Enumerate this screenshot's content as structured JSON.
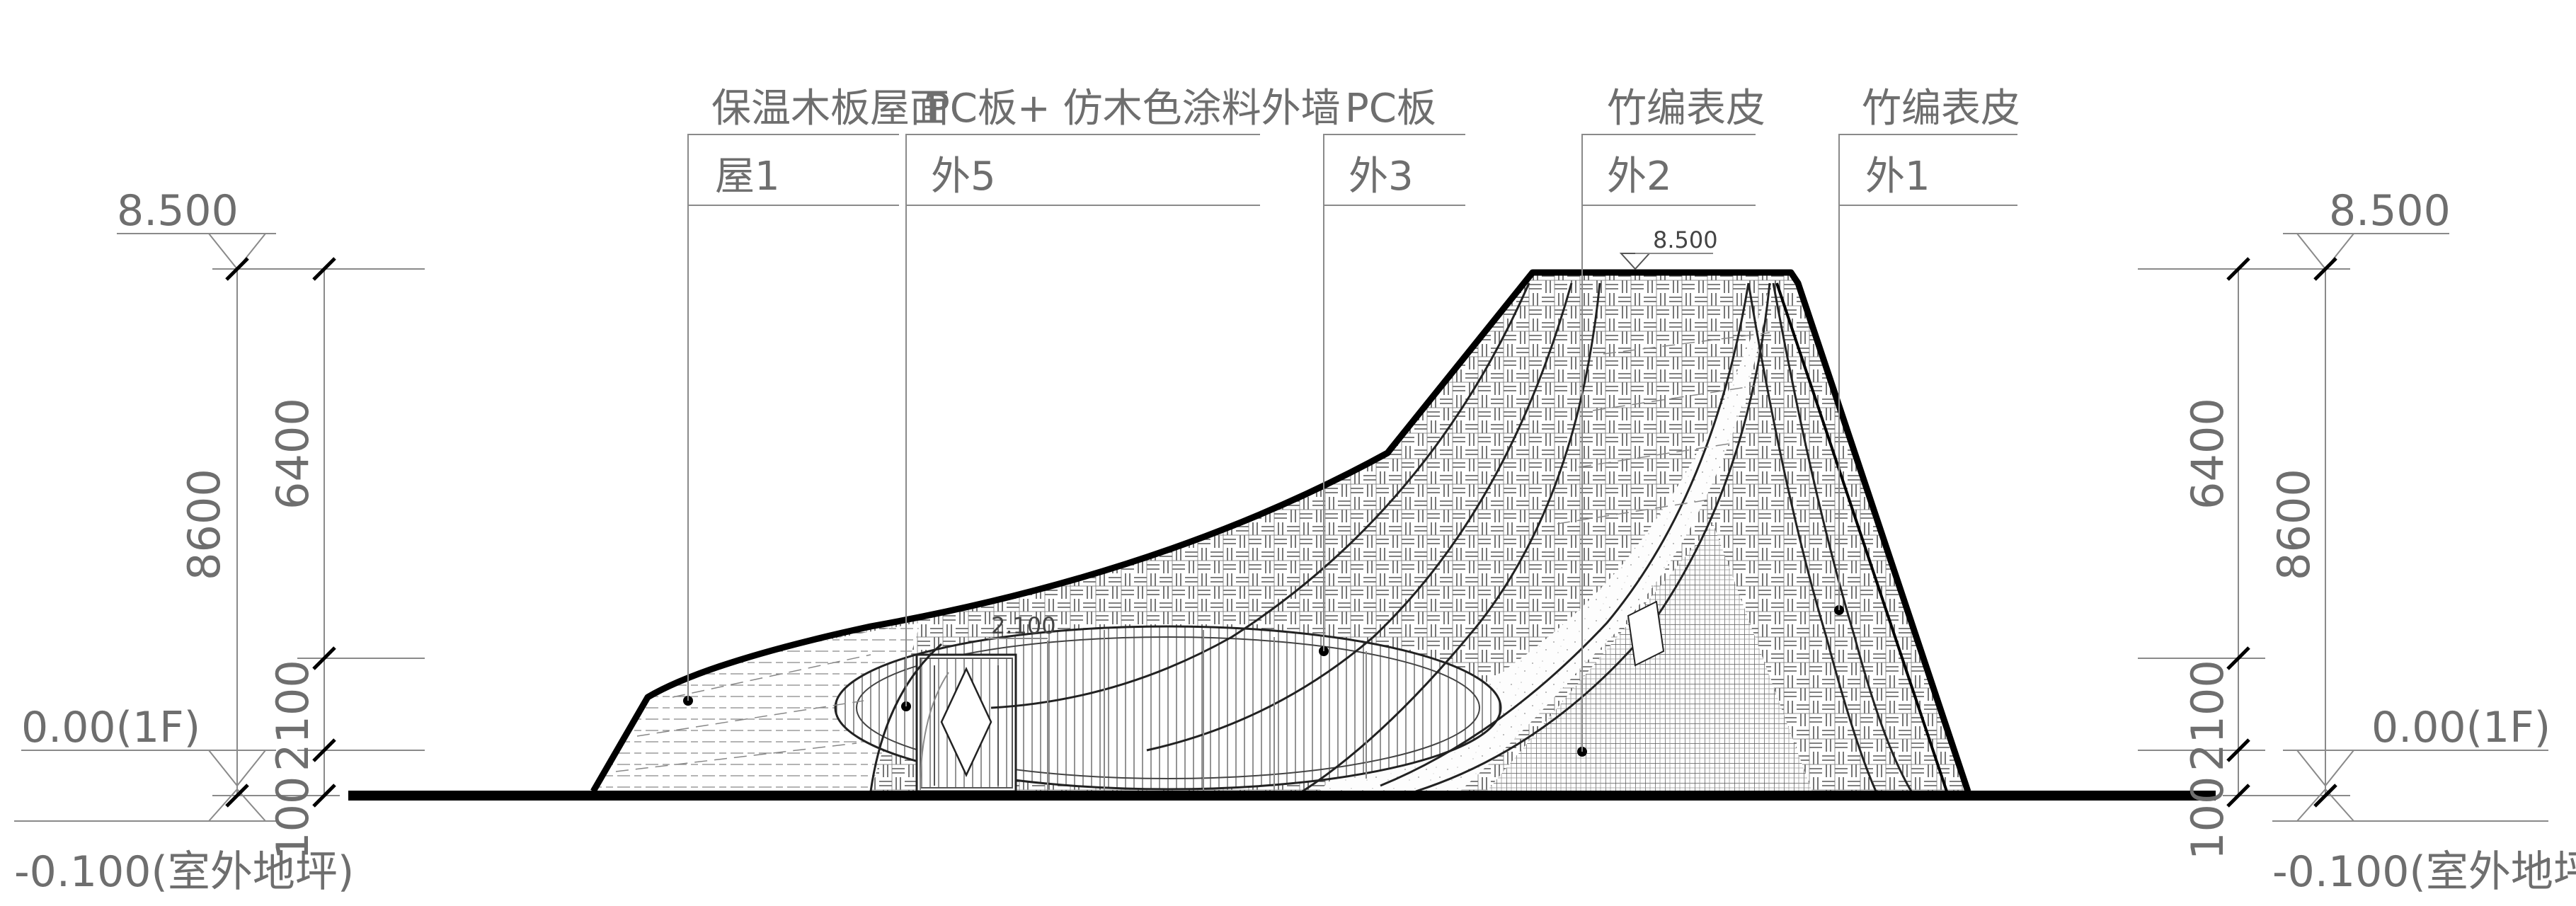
{
  "callouts": [
    {
      "material": "保温木板屋面",
      "code": "屋1"
    },
    {
      "material": "PC板+ 仿木色涂料外墙",
      "code": "外5"
    },
    {
      "material": "PC板",
      "code": "外3"
    },
    {
      "material": "竹编表皮",
      "code": "外2"
    },
    {
      "material": "竹编表皮",
      "code": "外1"
    }
  ],
  "levels": {
    "top_left": "8.500",
    "top_right": "8.500",
    "floor_left": "0.00(1F)",
    "floor_right": "0.00(1F)",
    "ground_left": "-0.100(室外地坪)",
    "ground_right": "-0.100(室外地坪)",
    "roof_mark": "8.500",
    "opening_mark": "2.100"
  },
  "dimensions": {
    "total": "8600",
    "upper": "6400",
    "lower": "2100",
    "base": "100"
  }
}
